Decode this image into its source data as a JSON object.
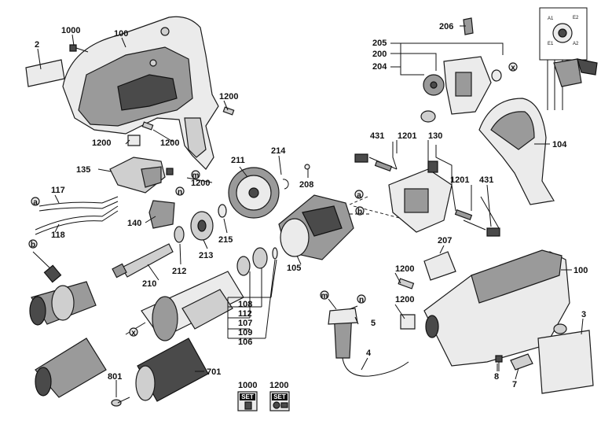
{
  "labels": {
    "p2": "2",
    "p1000a": "1000",
    "p100a": "100",
    "p1200a": "1200",
    "p1200b": "1200",
    "p1200c": "1200",
    "p135": "135",
    "p1200d": "1200",
    "p117": "117",
    "p118": "118",
    "p140": "140",
    "p211": "211",
    "p214": "214",
    "p208": "208",
    "p215": "215",
    "p213": "213",
    "p212": "212",
    "p210": "210",
    "p206": "206",
    "p205": "205",
    "p200": "200",
    "p204": "204",
    "p104": "104",
    "p431a": "431",
    "p1201a": "1201",
    "p130": "130",
    "p1201b": "1201",
    "p431b": "431",
    "p105": "105",
    "p108": "108",
    "p112": "112",
    "p107": "107",
    "p109": "109",
    "p106": "106",
    "p207": "207",
    "p1200e": "1200",
    "p1200f": "1200",
    "p100b": "100",
    "p3": "3",
    "p5": "5",
    "p4": "4",
    "p8": "8",
    "p7": "7",
    "p801": "801",
    "p701": "701",
    "set1000": "1000",
    "set1200": "1200"
  },
  "markers": {
    "m1": "m",
    "n1": "n",
    "x1": "x",
    "a1": "a",
    "b1": "b",
    "a2": "a",
    "b2": "b",
    "x2": "x",
    "m2": "m",
    "n2": "n"
  },
  "wiring": {
    "a1": "A1",
    "e2": "E2",
    "e1": "E1",
    "a2": "A2"
  },
  "set_badge": "SET"
}
